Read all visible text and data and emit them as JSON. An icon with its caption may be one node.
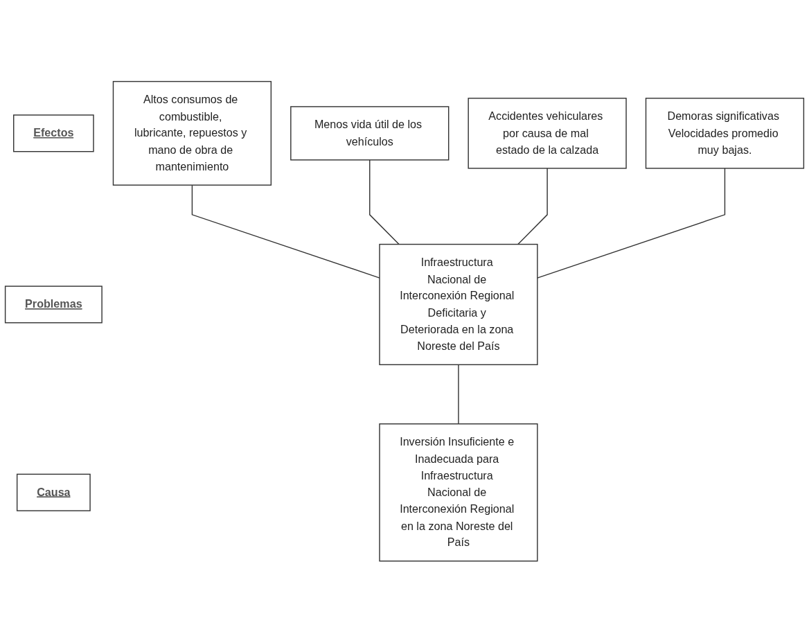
{
  "diagram": {
    "nodes": [
      {
        "text": [
          "Efectos"
        ]
      },
      {
        "text": [
          "Altos consumos de combustible, lubricante, repuestos y mano de obra de mantenimiento"
        ]
      },
      {
        "text": [
          "Menos vida útil de los vehículos"
        ]
      },
      {
        "text": [
          "Accidentes vehiculares por causa de mal estado de la calzada"
        ]
      },
      {
        "text": [
          "Demoras significativas Velocidades promedio muy bajas."
        ]
      },
      {
        "text": [
          "Infraestructura Nacional de Interconexión Regional Deficitaria y Deteriorada en la zona Noreste del País"
        ]
      },
      {
        "text": [
          "Problemas"
        ]
      },
      {
        "text": [
          "Inversión Insuficiente e Inadecuada para Infraestructura Nacional de Interconexión Regional en la zona Noreste del País"
        ]
      },
      {
        "text": [
          "Causa"
        ]
      }
    ],
    "edges": [
      {
        "from": 1,
        "to": 5,
        "arrow": "none"
      },
      {
        "from": 2,
        "to": 5,
        "arrow": "none"
      },
      {
        "from": 3,
        "to": 5,
        "arrow": "none"
      },
      {
        "from": 4,
        "to": 5,
        "arrow": "none"
      },
      {
        "from": 5,
        "to": 7,
        "arrow": "none"
      }
    ]
  }
}
